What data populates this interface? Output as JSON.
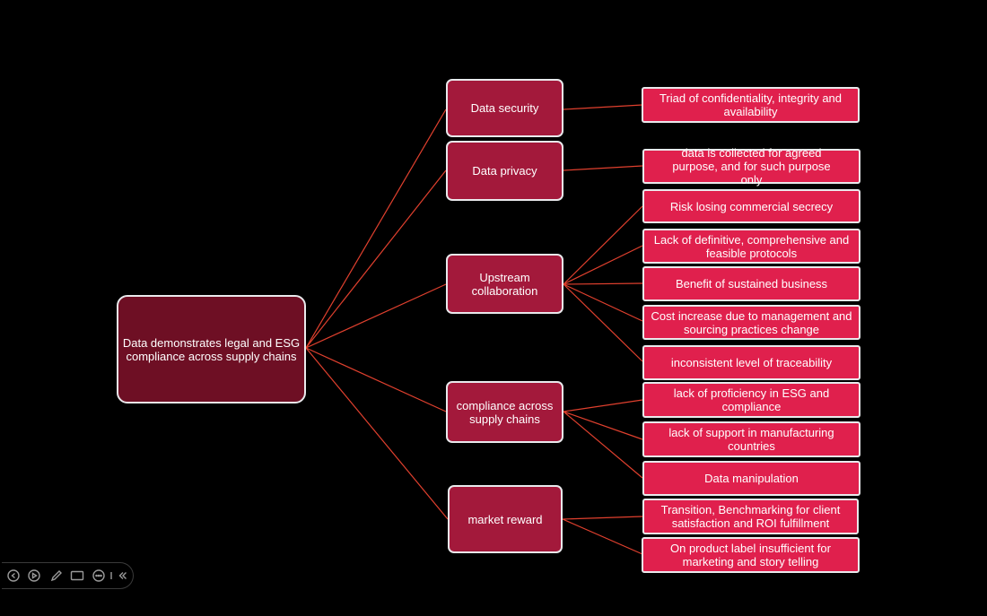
{
  "diagram": {
    "root": {
      "label": "Data demonstrates legal and ESG compliance across supply chains"
    },
    "branches": [
      {
        "label": "Data security",
        "children": [
          {
            "label": "Triad of confidentiality, integrity and availability"
          }
        ]
      },
      {
        "label": "Data privacy",
        "children": [
          {
            "label": "data is collected for agreed purpose, and for such purpose only"
          }
        ]
      },
      {
        "label": "Upstream collaboration",
        "children": [
          {
            "label": "Risk losing commercial secrecy"
          },
          {
            "label": "Lack of definitive, comprehensive and feasible protocols"
          },
          {
            "label": "Benefit of sustained business"
          },
          {
            "label": "Cost increase due to management and sourcing practices change"
          },
          {
            "label": "inconsistent level of traceability"
          }
        ]
      },
      {
        "label": "compliance across supply chains",
        "children": [
          {
            "label": "lack of proficiency in ESG and compliance"
          },
          {
            "label": "lack of support in manufacturing countries"
          },
          {
            "label": "Data manipulation"
          }
        ]
      },
      {
        "label": "market reward",
        "children": [
          {
            "label": "Transition, Benchmarking for client satisfaction and ROI fulfillment"
          },
          {
            "label": "On product label insufficient for marketing and story telling"
          }
        ]
      }
    ]
  },
  "colors": {
    "background": "#000000",
    "root": "#6e0f24",
    "branch": "#a3193b",
    "leaf": "#e0204d",
    "connector": "#e0402e"
  },
  "toolbar": {
    "icons": [
      "prev-icon",
      "play-icon",
      "pen-icon",
      "screen-icon",
      "more-icon",
      "collapse-icon"
    ]
  }
}
